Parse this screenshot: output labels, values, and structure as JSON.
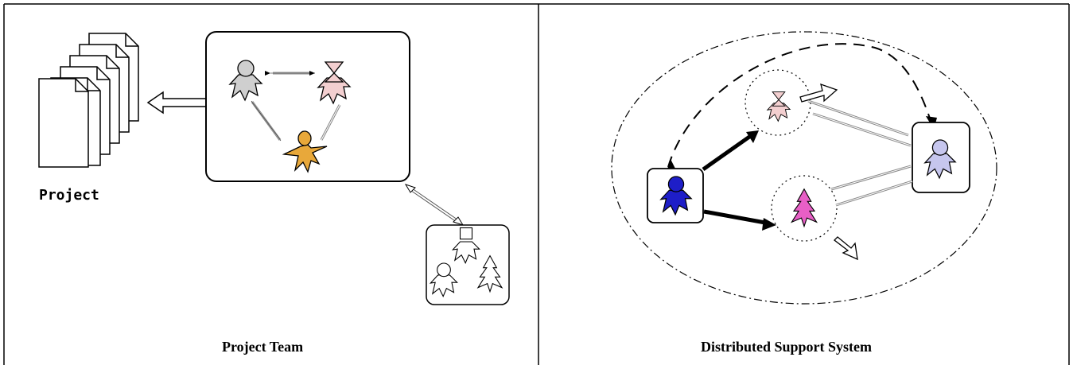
{
  "panels": [
    {
      "caption": "Project Team",
      "document_label": "Project"
    },
    {
      "caption": "Distributed Support System"
    }
  ],
  "colors": {
    "gray_figure": "#cfcfcf",
    "pink_figure": "#f3cfd0",
    "orange_figure": "#e8a83a",
    "blue_figure": "#1e1ec8",
    "magenta_figure": "#e85fc6",
    "lavender_figure": "#c6c6ee"
  },
  "icons": [
    "document-stack-icon",
    "person-round-icon",
    "person-hourglass-icon",
    "person-star-icon",
    "person-square-icon",
    "person-tree-icon"
  ]
}
